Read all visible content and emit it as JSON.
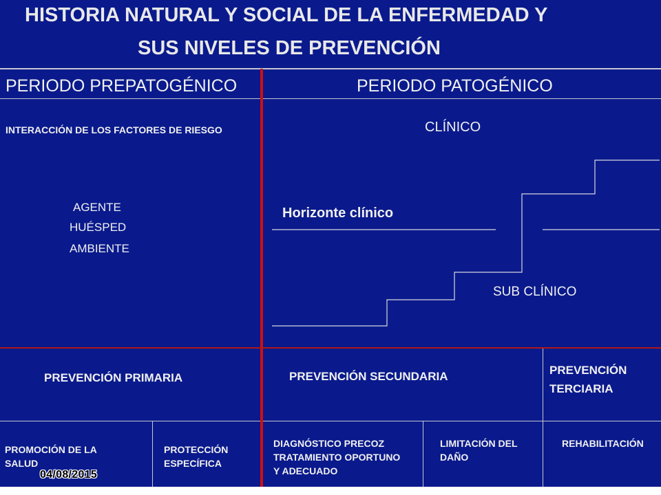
{
  "title": {
    "line1": "HISTORIA NATURAL Y SOCIAL DE LA ENFERMEDAD Y",
    "line2": "SUS NIVELES DE PREVENCIÓN"
  },
  "periods": {
    "prepatogenico": "PERIODO PREPATOGÉNICO",
    "patogenico": "PERIODO PATOGÉNICO"
  },
  "left": {
    "interaccion": "INTERACCIÓN DE  LOS FACTORES DE RIESGO",
    "factors": [
      "AGENTE",
      "HUÉSPED",
      "AMBIENTE"
    ]
  },
  "right": {
    "clinico": "CLÍNICO",
    "horizonte": "Horizonte clínico",
    "subclinico": "SUB CLÍNICO"
  },
  "prevention": {
    "primaria": "PREVENCIÓN PRIMARIA",
    "secundaria": "PREVENCIÓN SECUNDARIA",
    "terciaria_line1": "PREVENCIÓN",
    "terciaria_line2": "TERCIARIA"
  },
  "actions": {
    "promocion_line1": "PROMOCIÓN DE LA",
    "promocion_line2": "SALUD",
    "proteccion_line1": "PROTECCIÓN",
    "proteccion_line2": "ESPECÍFICA",
    "diagnostico_line1": "DIAGNÓSTICO PRECOZ",
    "diagnostico_line2": "TRATAMIENTO OPORTUNO",
    "diagnostico_line3": "Y ADECUADO",
    "limitacion_line1": "LIMITACIÓN DEL",
    "limitacion_line2": "DAÑO",
    "rehabilitacion": "REHABILITACIÓN"
  },
  "footer": {
    "date": "04/08/2015"
  },
  "colors": {
    "background": "#0a1a8c",
    "divider_red": "#d01010",
    "text": "#f0f0f0"
  }
}
